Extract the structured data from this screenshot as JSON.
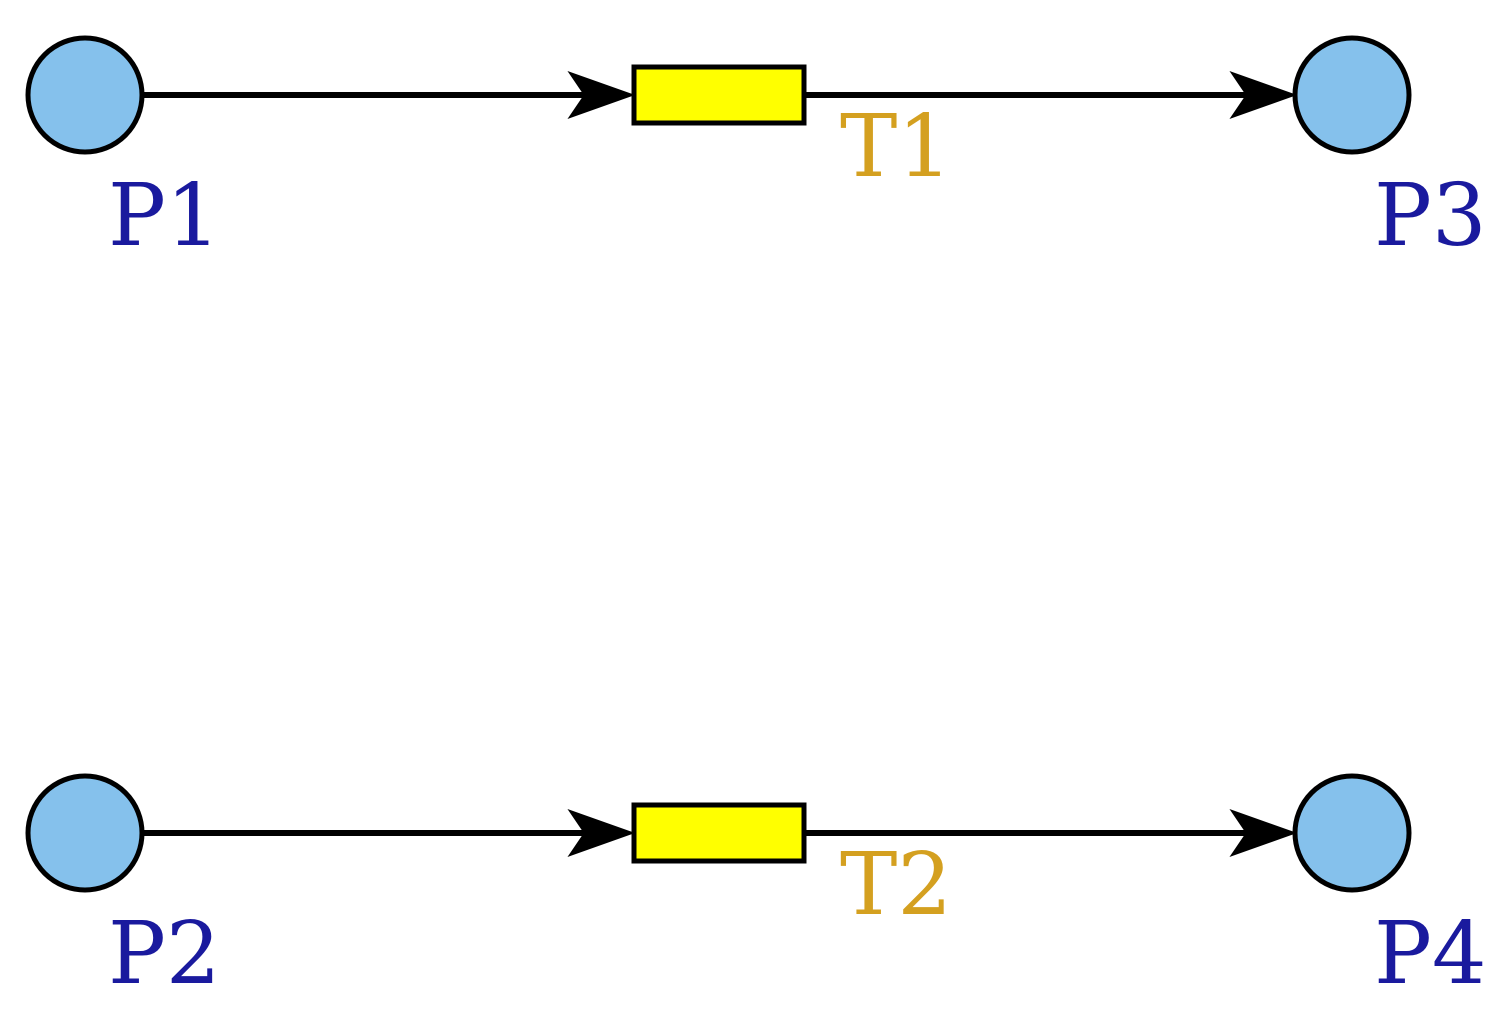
{
  "diagram": {
    "type": "petri-net",
    "colors": {
      "place_fill": "#85c1ec",
      "transition_fill": "#ffff00",
      "place_label": "#1a1a9e",
      "transition_label": "#d4a020",
      "stroke": "#000000"
    },
    "places": [
      {
        "id": "P1",
        "label": "P1"
      },
      {
        "id": "P2",
        "label": "P2"
      },
      {
        "id": "P3",
        "label": "P3"
      },
      {
        "id": "P4",
        "label": "P4"
      }
    ],
    "transitions": [
      {
        "id": "T1",
        "label": "T1"
      },
      {
        "id": "T2",
        "label": "T2"
      }
    ],
    "arcs": [
      {
        "from": "P1",
        "to": "T1"
      },
      {
        "from": "T1",
        "to": "P3"
      },
      {
        "from": "P2",
        "to": "T2"
      },
      {
        "from": "T2",
        "to": "P4"
      }
    ]
  }
}
